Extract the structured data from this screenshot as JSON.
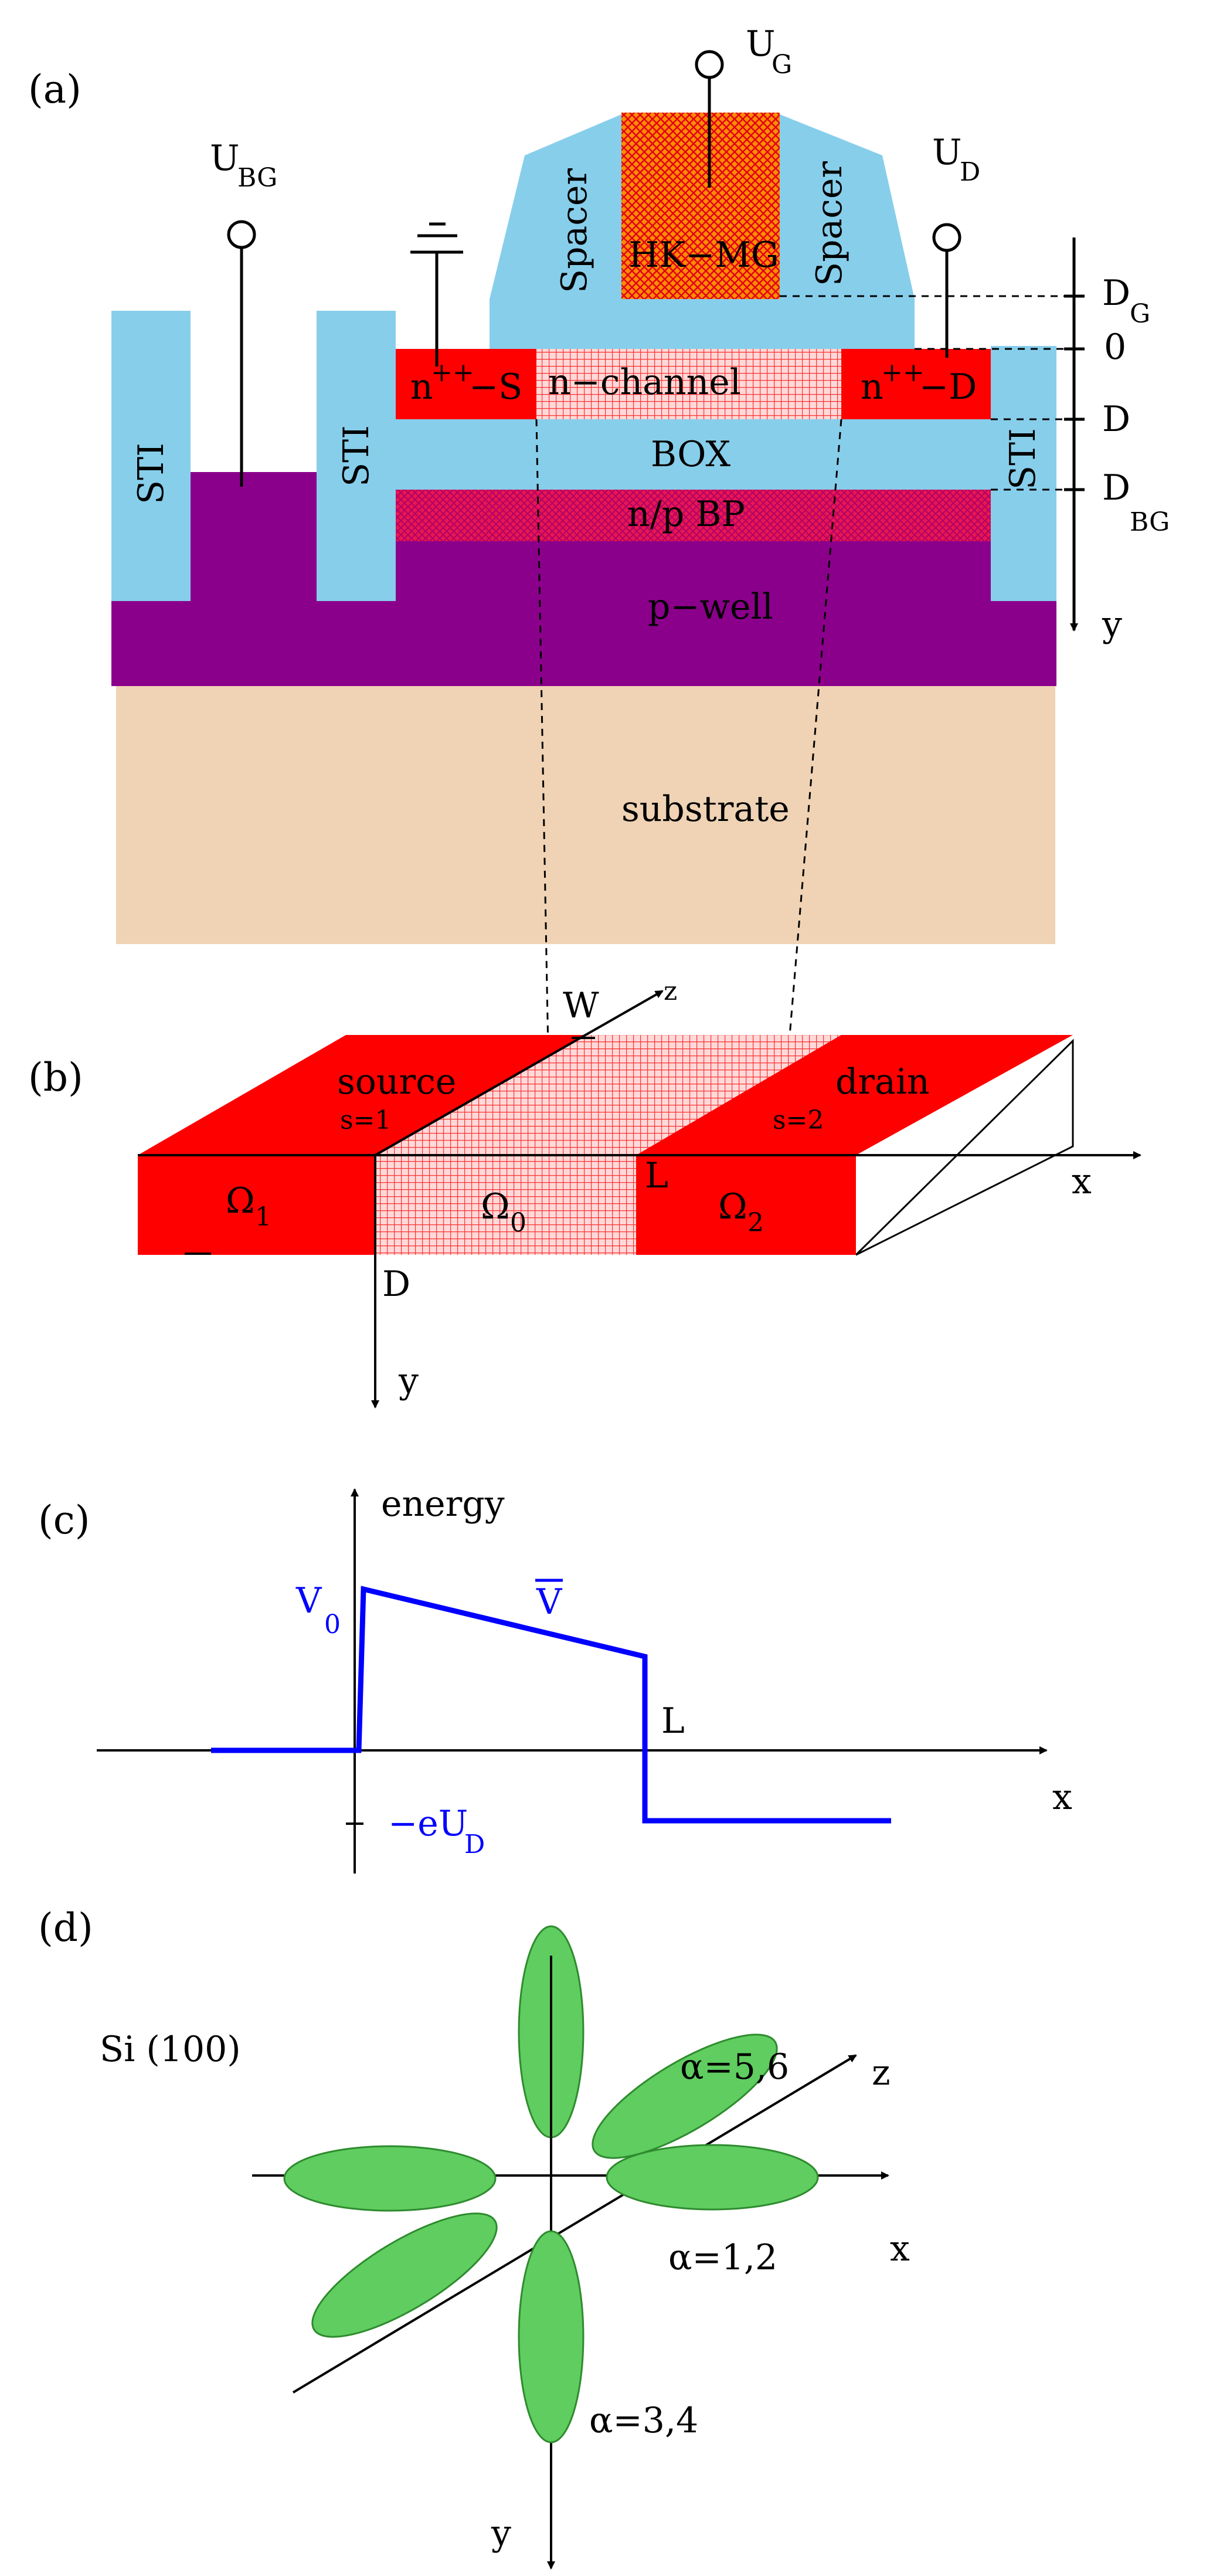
{
  "colors": {
    "sti": "#87ceeb",
    "red": "#ff0000",
    "pwell": "#8b008b",
    "substrate": "#efd3b4",
    "gate": "#ff8c00",
    "bp": "#e8174f",
    "blue_curve": "#0000ff",
    "ellipse": "#5fcd5f"
  },
  "a": {
    "panel": "(a)",
    "ubg": "U",
    "ubg_sub": "BG",
    "ug": "U",
    "ug_sub": "G",
    "ud": "U",
    "ud_sub": "D",
    "spacer_left": "Spacer",
    "spacer_right": "Spacer",
    "gate": "HK−MG",
    "sti_left1": "STI",
    "sti_left2": "STI",
    "sti_right": "STI",
    "source": "n",
    "source_sup": "++",
    "source_tail": "−S",
    "channel": "n−channel",
    "drain": "n",
    "drain_sup": "++",
    "drain_tail": "−D",
    "box": "BOX",
    "bp": "n/p BP",
    "pwell": "p−well",
    "substrate": "substrate",
    "dg": "D",
    "dg_sub": "G",
    "zero": "0",
    "d": "D",
    "dbg": "D",
    "dbg_sub": "BG",
    "y": "y"
  },
  "b": {
    "panel": "(b)",
    "w": "W",
    "z": "z",
    "source": "source",
    "s1": "s=1",
    "drain": "drain",
    "s2": "s=2",
    "x": "x",
    "omega1": "Ω",
    "omega1_sub": "1",
    "omega0": "Ω",
    "omega0_sub": "0",
    "omega2": "Ω",
    "omega2_sub": "2",
    "l": "L",
    "d": "D",
    "y": "y"
  },
  "c": {
    "panel": "(c)",
    "energy": "energy",
    "v0": "V",
    "v0_sub": "0",
    "vbar": "V",
    "l": "L",
    "x": "x",
    "eud": "−eU",
    "eud_sub": "D"
  },
  "d": {
    "panel": "(d)",
    "si": "Si (100)",
    "a56": "α=5,6",
    "z": "z",
    "x": "x",
    "a12": "α=1,2",
    "a34": "α=3,4",
    "y": "y"
  }
}
